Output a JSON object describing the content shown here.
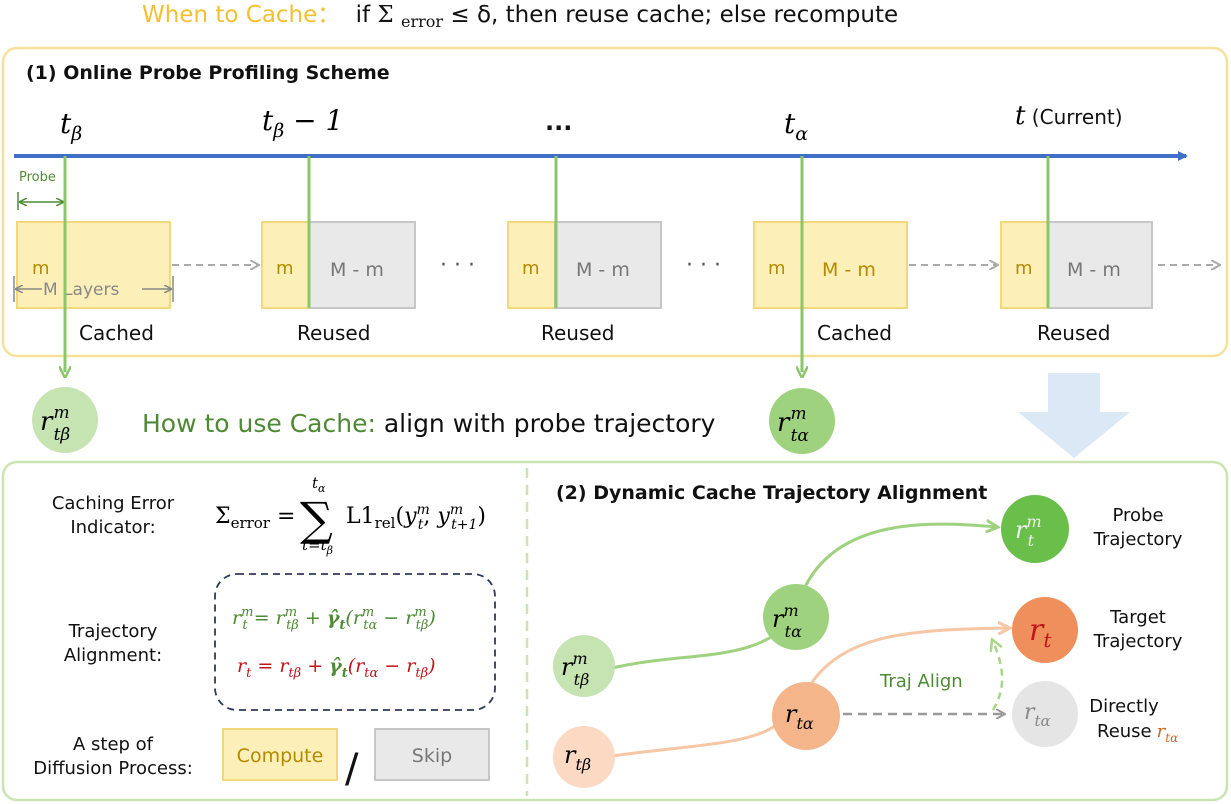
{
  "header": {
    "when_label": "When to Cache：",
    "rule": "if Σerror ≤ δ, then reuse cache; else recompute",
    "rule_prefix": "if ",
    "rule_sigma": "Σ",
    "rule_sub": "error",
    "rule_suffix": " ≤ δ, then reuse cache; else recompute"
  },
  "section1": {
    "title": "(1) Online Probe Profiling Scheme",
    "timeline_labels": [
      "tβ",
      "tβ − 1",
      "...",
      "tα",
      "t (Current)"
    ],
    "tl0_base": "t",
    "tl0_sub": "β",
    "tl1_base": "t",
    "tl1_sub": "β",
    "tl1_suffix": " − 1",
    "tl2": "...",
    "tl3_base": "t",
    "tl3_sub": "α",
    "tl4_base": "t",
    "tl4_suffix": " (Current)",
    "probe_label": "Probe",
    "m_label": "m",
    "rest_label": "M - m",
    "mlayers_label": "M Layers",
    "dots": "· · ·",
    "status": [
      "Cached",
      "Reused",
      "Reused",
      "Cached",
      "Reused"
    ]
  },
  "probe_nodes": {
    "beta": "r tβ m",
    "alpha": "r tα m",
    "base": "r",
    "sup": "m",
    "sub_beta": "tβ",
    "sub_alpha": "tα"
  },
  "how_to": {
    "label": "How to use Cache:",
    "text": " align with probe trajectory"
  },
  "left_panel": {
    "caching_error_label": [
      "Caching Error",
      "Indicator:"
    ],
    "caching_error_formula": "Σerror = Σ (t=tβ .. tα) L1rel(ytm, yt+1m)",
    "trajectory_alignment_label": [
      "Trajectory",
      "Alignment:"
    ],
    "alignment_formula_probe": "rtm = rtβm + γt(rtαm − rtβm)",
    "alignment_formula_target": "rt = rtβ + γt(rtα − rtβ)",
    "step_label": [
      "A step of",
      "Diffusion Process:"
    ],
    "compute_label": "Compute",
    "slash": "/",
    "skip_label": "Skip"
  },
  "right_panel": {
    "title": "(2) Dynamic Cache Trajectory Alignment",
    "probe_trajectory": [
      "Probe",
      "Trajectory"
    ],
    "target_trajectory": [
      "Target",
      "Trajectory"
    ],
    "traj_align": "Traj Align",
    "directly_reuse": [
      "Directly",
      "Reuse"
    ]
  },
  "colors": {
    "yellow_text": "#f5bf2f",
    "green_text": "#4e8a33",
    "red_text": "#c0151a",
    "timeline_blue": "#3f6fc6",
    "cached_fill": "#fdefb8",
    "cached_stroke": "#f2d77c",
    "skip_fill": "#e9e9e9",
    "skip_stroke": "#c7c7c7",
    "probe_green": "#8cc66a",
    "node_green_light": "#c6e3b2",
    "node_green_mid": "#9fd27e",
    "node_green_dark": "#6abf4b",
    "node_orange_light": "#fbd9c2",
    "node_orange_mid": "#f5b58b",
    "node_orange_dark": "#ef8f5c",
    "panel_border_yellow": "#f6e19a",
    "panel_border_green": "#c9e3b3",
    "dashed_box": "#2e3a5a",
    "big_arrow": "#dbe8f5"
  }
}
